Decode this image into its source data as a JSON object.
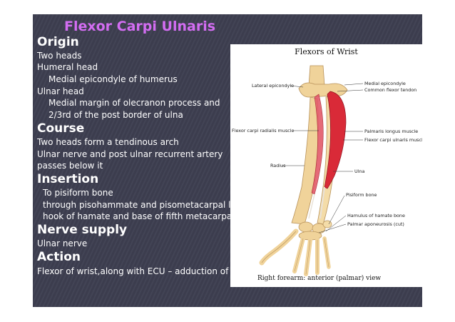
{
  "slide": {
    "title": "Flexor Carpi Ulnaris",
    "sections": {
      "origin": {
        "heading": "Origin",
        "lines": [
          "Two heads",
          "Humeral head",
          "Medial epicondyle of humerus",
          "Ulnar head",
          "Medial margin of olecranon process and",
          "2/3rd  of the post border of ulna"
        ]
      },
      "course": {
        "heading": "Course",
        "lines": [
          "Two heads form a tendinous arch",
          "Ulnar nerve and post ulnar recurrent artery",
          "passes below it"
        ]
      },
      "insertion": {
        "heading": "Insertion",
        "lines": [
          "To pisiform bone",
          "through pisohammate and pisometacarpal lig",
          "hook of hamate and base of fifth metacarpal"
        ]
      },
      "nerve": {
        "heading": "Nerve supply",
        "lines": [
          "Ulnar nerve"
        ]
      },
      "action": {
        "heading": "Action",
        "lines": [
          "Flexor of wrist,along with ECU – adduction of"
        ]
      }
    }
  },
  "figure": {
    "title": "Flexors of Wrist",
    "caption": "Right forearm: anterior (palmar) view",
    "labels": {
      "lateral_epicondyle": "Lateral epicondyle",
      "medial_epicondyle": "Medial epicondyle",
      "common_flexor_tendon": "Common flexor tendon",
      "fcr": "Flexor carpi radialis muscle",
      "palmaris_longus": "Palmaris longus muscle",
      "fcu": "Flexor carpi ulnaris muscl",
      "radius": "Radius",
      "ulna": "Ulna",
      "pisiform": "Pisiform bone",
      "hamulus": "Hamulus of hamate bone",
      "palmar_aponeurosis": "Palmar aponeurosis (cut)"
    }
  },
  "colors": {
    "slide_bg": "#3e3f51",
    "title": "#d36df2",
    "text": "#ffffff",
    "muscle": "#d92a38",
    "bone": "#f0d39a"
  }
}
